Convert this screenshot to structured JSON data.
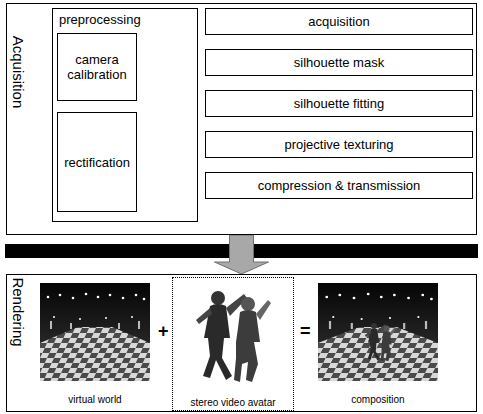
{
  "diagram": {
    "nodes": [
      {
        "text": [
          "Acquisition"
        ]
      },
      {
        "text": [
          "preprocessing"
        ],
        "in": 0
      },
      {
        "text": [
          "camera calibration"
        ],
        "in": 1
      },
      {
        "text": [
          "rectification"
        ],
        "in": 1
      },
      {
        "text": [
          "acquisition"
        ],
        "in": 0
      },
      {
        "text": [
          "silhouette mask"
        ],
        "in": 0
      },
      {
        "text": [
          "silhouette fitting"
        ],
        "in": 0
      },
      {
        "text": [
          "projective texturing"
        ],
        "in": 0
      },
      {
        "text": [
          "compression & transmission"
        ],
        "in": 0
      },
      {
        "text": [
          "Rendering"
        ]
      },
      {
        "text": [
          "virtual world"
        ],
        "in": 9
      },
      {
        "text": [
          "stereo video avatar"
        ],
        "in": 9
      },
      {
        "text": [
          "composition"
        ],
        "in": 9
      }
    ],
    "edges": [
      {
        "from": 0,
        "to": 9,
        "arrow": "to"
      }
    ],
    "labels": [
      "+",
      "="
    ]
  }
}
